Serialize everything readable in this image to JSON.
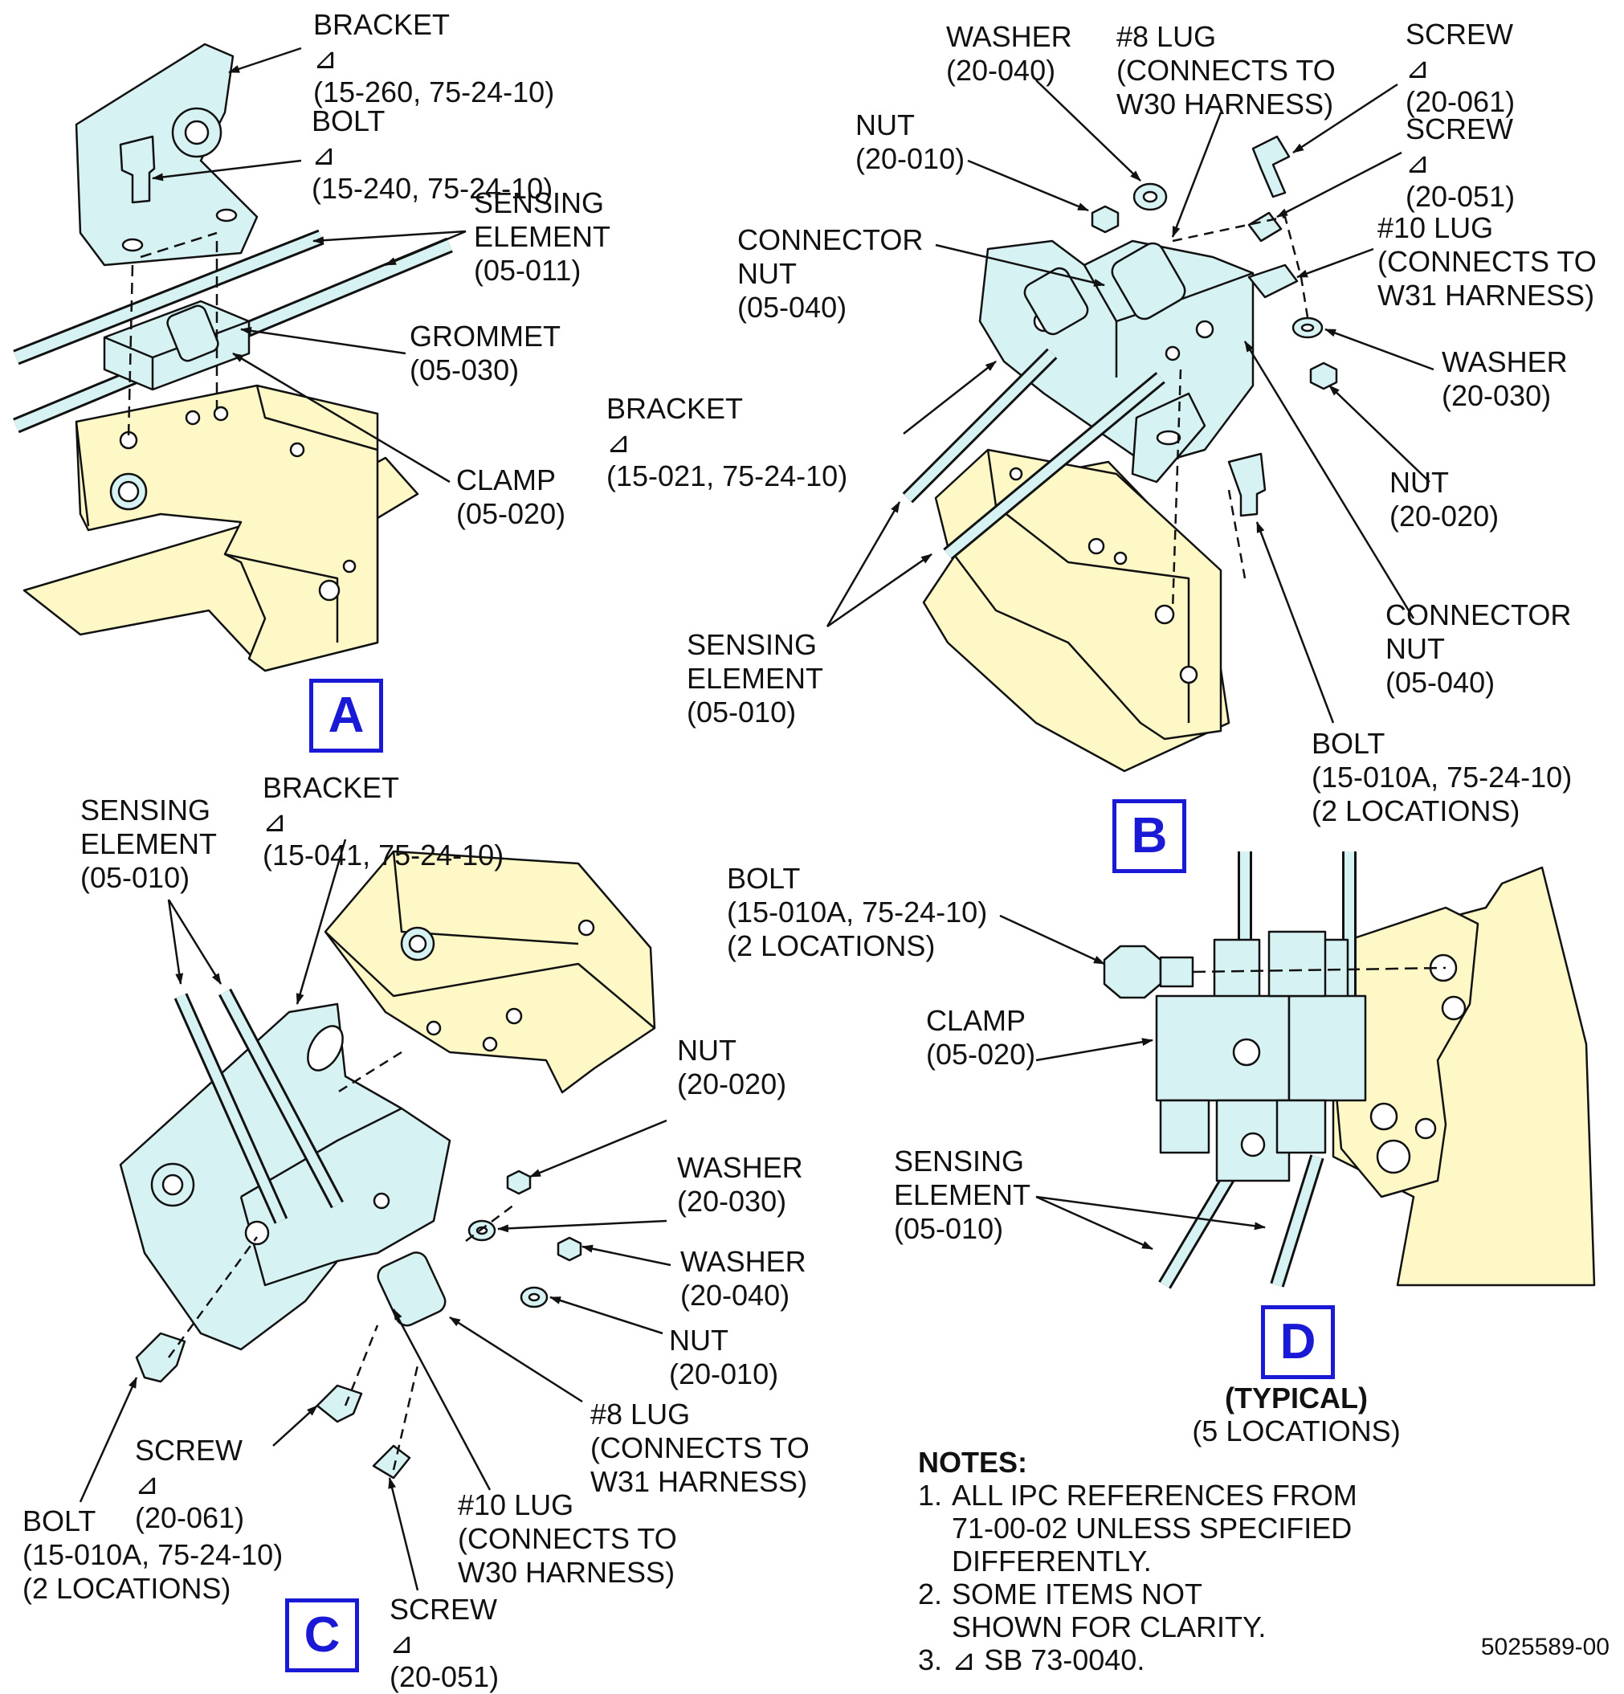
{
  "colors": {
    "part": "#d7f2f2",
    "structure": "#fdf8c6",
    "stroke": "#111111",
    "view_label": "#1a1ad6"
  },
  "sb_symbol": "⊿",
  "views": [
    {
      "id": "A",
      "labels": [
        {
          "key": "bracket",
          "lines": [
            "BRACKET",
            "(15-260, 75-24-10)"
          ],
          "sb": true
        },
        {
          "key": "bolt",
          "lines": [
            "BOLT",
            "(15-240, 75-24-10)"
          ],
          "sb": true
        },
        {
          "key": "sensing",
          "lines": [
            "SENSING",
            "ELEMENT",
            "(05-011)"
          ]
        },
        {
          "key": "grommet",
          "lines": [
            "GROMMET",
            "(05-030)"
          ]
        },
        {
          "key": "clamp",
          "lines": [
            "CLAMP",
            "(05-020)"
          ]
        }
      ]
    },
    {
      "id": "B",
      "labels": [
        {
          "key": "washer",
          "lines": [
            "WASHER",
            "(20-040)"
          ]
        },
        {
          "key": "lug8",
          "lines": [
            "#8 LUG",
            "(CONNECTS TO",
            "W30 HARNESS)"
          ]
        },
        {
          "key": "screw1",
          "lines": [
            "SCREW",
            "(20-061)"
          ],
          "sb": true
        },
        {
          "key": "screw2",
          "lines": [
            "SCREW",
            "(20-051)"
          ],
          "sb": true
        },
        {
          "key": "nut1",
          "lines": [
            "NUT",
            "(20-010)"
          ]
        },
        {
          "key": "connnut1",
          "lines": [
            "CONNECTOR",
            "NUT",
            "(05-040)"
          ]
        },
        {
          "key": "lug10",
          "lines": [
            "#10 LUG",
            "(CONNECTS TO",
            "W31 HARNESS)"
          ]
        },
        {
          "key": "washer2",
          "lines": [
            "WASHER",
            "(20-030)"
          ]
        },
        {
          "key": "bracket",
          "lines": [
            "BRACKET",
            "(15-021, 75-24-10)"
          ],
          "sb": true
        },
        {
          "key": "nut2",
          "lines": [
            "NUT",
            "(20-020)"
          ]
        },
        {
          "key": "connnut2",
          "lines": [
            "CONNECTOR",
            "NUT",
            "(05-040)"
          ]
        },
        {
          "key": "sensing",
          "lines": [
            "SENSING",
            "ELEMENT",
            "(05-010)"
          ]
        },
        {
          "key": "bolt",
          "lines": [
            "BOLT",
            "(15-010A, 75-24-10)",
            "(2 LOCATIONS)"
          ]
        }
      ]
    },
    {
      "id": "C",
      "labels": [
        {
          "key": "sensing",
          "lines": [
            "SENSING",
            "ELEMENT",
            "(05-010)"
          ]
        },
        {
          "key": "bracket",
          "lines": [
            "BRACKET",
            "(15-041, 75-24-10)"
          ],
          "sb": true
        },
        {
          "key": "nut1",
          "lines": [
            "NUT",
            "(20-020)"
          ]
        },
        {
          "key": "washer1",
          "lines": [
            "WASHER",
            "(20-030)"
          ]
        },
        {
          "key": "washer2",
          "lines": [
            "WASHER",
            "(20-040)"
          ]
        },
        {
          "key": "nut2",
          "lines": [
            "NUT",
            "(20-010)"
          ]
        },
        {
          "key": "lug8",
          "lines": [
            "#8 LUG",
            "(CONNECTS TO",
            "W31 HARNESS)"
          ]
        },
        {
          "key": "screw1",
          "lines": [
            "SCREW",
            "(20-061)"
          ],
          "sb": true
        },
        {
          "key": "lug10",
          "lines": [
            "#10 LUG",
            "(CONNECTS TO",
            "W30 HARNESS)"
          ]
        },
        {
          "key": "bolt",
          "lines": [
            "BOLT",
            "(15-010A, 75-24-10)",
            "(2 LOCATIONS)"
          ]
        },
        {
          "key": "screw2",
          "lines": [
            "SCREW",
            "(20-051)"
          ],
          "sb": true
        }
      ]
    },
    {
      "id": "D",
      "labels": [
        {
          "key": "bolt",
          "lines": [
            "BOLT",
            "(15-010A, 75-24-10)",
            "(2 LOCATIONS)"
          ]
        },
        {
          "key": "clamp",
          "lines": [
            "CLAMP",
            "(05-020)"
          ]
        },
        {
          "key": "sensing",
          "lines": [
            "SENSING",
            "ELEMENT",
            "(05-010)"
          ]
        }
      ],
      "typical": [
        "(TYPICAL)",
        "(5 LOCATIONS)"
      ]
    }
  ],
  "notes": {
    "heading": "NOTES:",
    "items": [
      {
        "num": "1.",
        "lines": [
          "ALL IPC REFERENCES FROM",
          "71-00-02 UNLESS SPECIFIED",
          "DIFFERENTLY."
        ]
      },
      {
        "num": "2.",
        "lines": [
          "SOME ITEMS NOT",
          "SHOWN FOR CLARITY."
        ]
      },
      {
        "num": "3.",
        "lines": [
          "SB 73-0040."
        ],
        "sb": true
      }
    ]
  },
  "drawing_number": "5025589-00"
}
